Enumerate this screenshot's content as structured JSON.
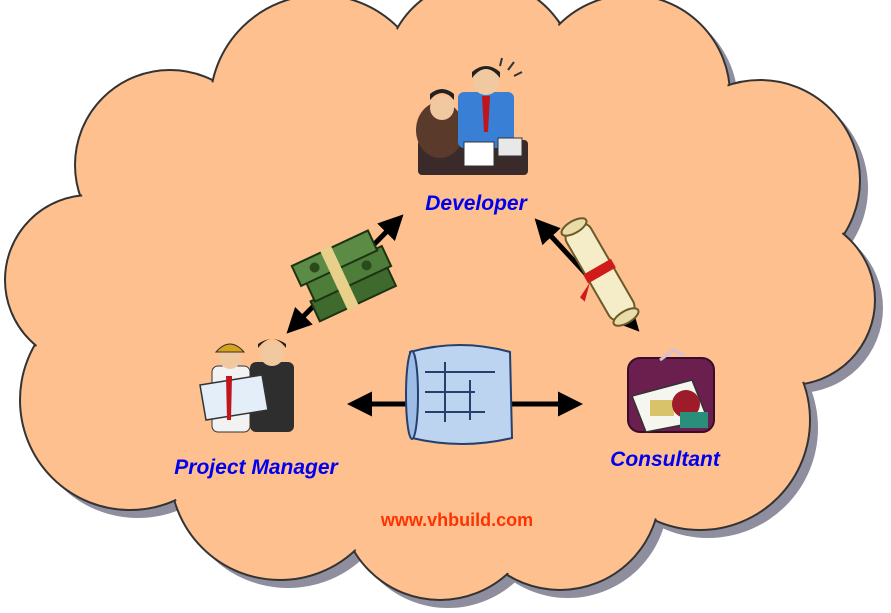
{
  "diagram": {
    "nodes": {
      "developer": {
        "label": "Developer",
        "icon": "meeting-people-icon"
      },
      "project_manager": {
        "label": "Project Manager",
        "icon": "engineers-with-blueprint-icon"
      },
      "consultant": {
        "label": "Consultant",
        "icon": "building-design-icon"
      }
    },
    "connectors": [
      {
        "from": "project_manager",
        "to": "developer",
        "icon": "money-stack-icon"
      },
      {
        "from": "developer",
        "to": "consultant",
        "icon": "scroll-contract-icon"
      },
      {
        "from": "project_manager",
        "to": "consultant",
        "icon": "blueprint-plan-icon"
      }
    ],
    "website": "www.vhbuild.com"
  },
  "colors": {
    "cloud_fill": "#FDC08E",
    "cloud_shadow": "#8E8E9E",
    "label_blue": "#0000EE",
    "url_orange": "#FF3300",
    "arrow": "#000000"
  }
}
